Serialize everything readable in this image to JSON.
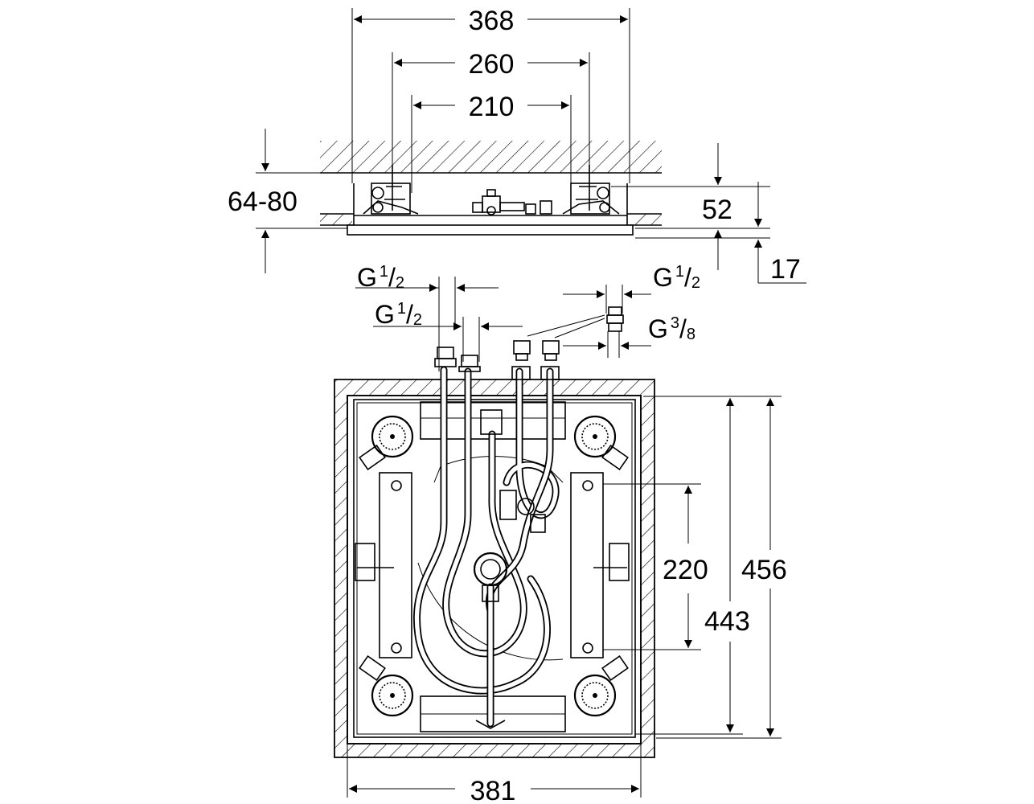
{
  "dimensions": {
    "width_368": "368",
    "width_260": "260",
    "width_210": "210",
    "depth_64_80": "64-80",
    "depth_52": "52",
    "depth_17": "17",
    "height_220": "220",
    "height_456": "456",
    "height_443": "443",
    "width_381": "381"
  },
  "threads": {
    "left_outer": {
      "base": "G",
      "num": "1",
      "den": "2"
    },
    "left_inner": {
      "base": "G",
      "num": "1",
      "den": "2"
    },
    "right_top": {
      "base": "G",
      "num": "1",
      "den": "2"
    },
    "right_bottom": {
      "base": "G",
      "num": "3",
      "den": "8"
    }
  },
  "colors": {
    "line": "#000000",
    "background": "#ffffff"
  }
}
